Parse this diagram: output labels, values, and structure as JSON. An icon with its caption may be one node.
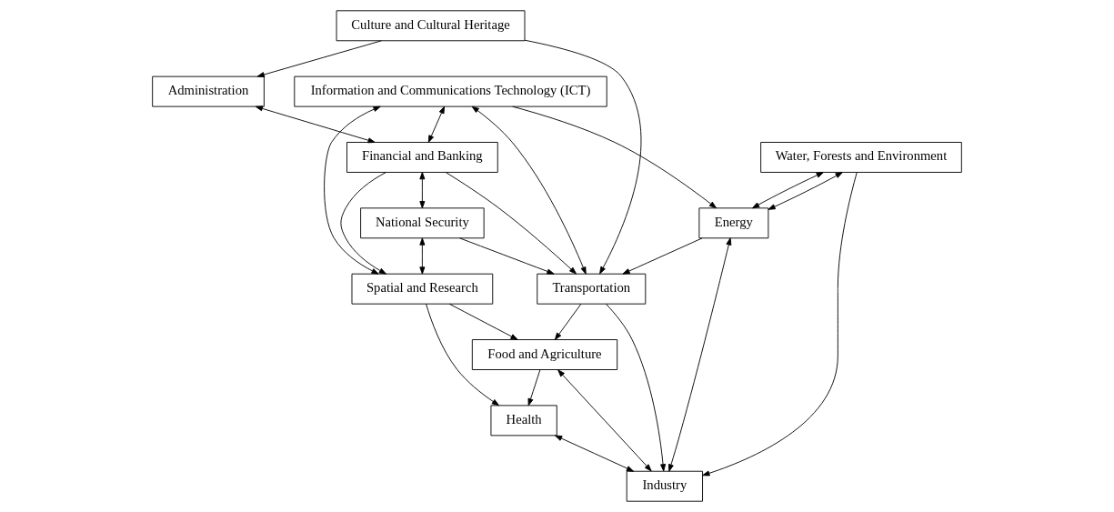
{
  "diagram": {
    "nodes": [
      {
        "text": [
          "Culture and Cultural Heritage"
        ]
      },
      {
        "text": [
          "Administration"
        ]
      },
      {
        "text": [
          "Health"
        ]
      },
      {
        "text": [
          "Transportation"
        ]
      },
      {
        "text": [
          "Water, Forests and Environment"
        ]
      },
      {
        "text": [
          "Food and Agriculture"
        ]
      },
      {
        "text": [
          "Spatial and Research"
        ]
      },
      {
        "text": [
          "Financial and Banking"
        ]
      },
      {
        "text": [
          "National Security"
        ]
      },
      {
        "text": [
          "Information and Communications Technology (ICT)"
        ]
      },
      {
        "text": [
          "Industry"
        ]
      },
      {
        "text": [
          "Energy"
        ]
      }
    ],
    "edges": [
      {
        "from": 0,
        "to": 1,
        "arrow": "to"
      },
      {
        "from": 0,
        "to": 3,
        "arrow": "to"
      },
      {
        "from": 1,
        "to": 7,
        "arrow": "both"
      },
      {
        "from": 9,
        "to": 3,
        "arrow": "both"
      },
      {
        "from": 3,
        "to": 5,
        "arrow": "to"
      },
      {
        "from": 5,
        "to": 2,
        "arrow": "to"
      },
      {
        "from": 3,
        "to": 10,
        "arrow": "to"
      },
      {
        "from": 4,
        "to": 10,
        "arrow": "to"
      },
      {
        "from": 7,
        "to": 3,
        "arrow": "to"
      },
      {
        "from": 11,
        "to": 3,
        "arrow": "to"
      },
      {
        "from": 8,
        "to": 3,
        "arrow": "to"
      },
      {
        "from": 7,
        "to": 6,
        "arrow": "to"
      },
      {
        "from": 7,
        "to": 8,
        "arrow": "both"
      },
      {
        "from": 11,
        "to": 4,
        "arrow": "both"
      },
      {
        "from": 4,
        "to": 11,
        "arrow": "both"
      },
      {
        "from": 9,
        "to": 7,
        "arrow": "both"
      },
      {
        "from": 9,
        "to": 6,
        "arrow": "both"
      },
      {
        "from": 8,
        "to": 6,
        "arrow": "both"
      },
      {
        "from": 10,
        "to": 5,
        "arrow": "both"
      },
      {
        "from": 6,
        "to": 5,
        "arrow": "to"
      },
      {
        "from": 6,
        "to": 2,
        "arrow": "to"
      },
      {
        "from": 2,
        "to": 10,
        "arrow": "both"
      },
      {
        "from": 9,
        "to": 11,
        "arrow": "to"
      },
      {
        "from": 11,
        "to": 10,
        "arrow": "both"
      }
    ]
  }
}
